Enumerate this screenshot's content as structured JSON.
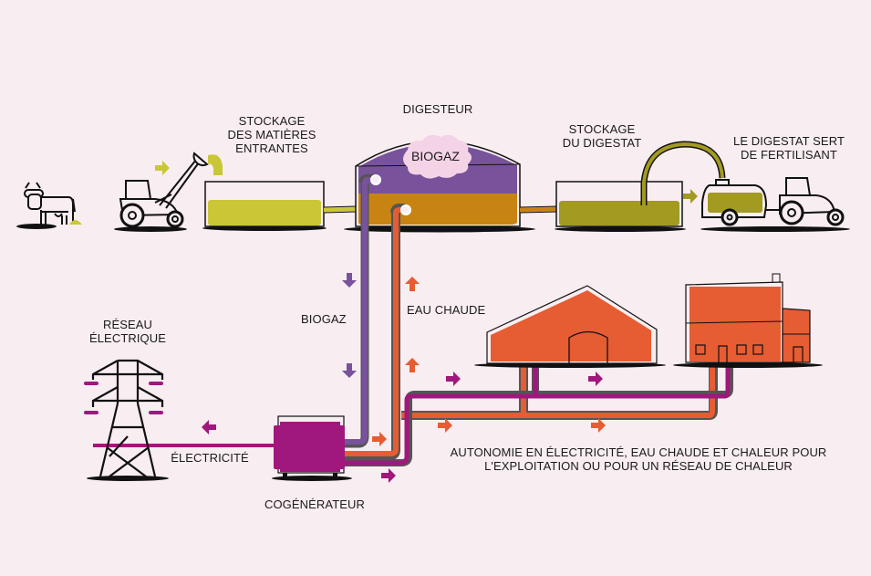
{
  "diagram": {
    "title": "Méthanisation agricole",
    "colors": {
      "background": "#f8edf1",
      "input_matter": "#c9c735",
      "digestate": "#a39a22",
      "biogas": "#78539b",
      "digester_liquid": "#c88413",
      "hot_water": "#e65c33",
      "electricity": "#a0177d",
      "buildings": "#e65c33",
      "cloud": "#f5d3e7",
      "ink": "#111111"
    },
    "labels": {
      "stockage_entrantes": [
        "STOCKAGE",
        "DES MATIÈRES",
        "ENTRANTES"
      ],
      "digesteur": "DIGESTEUR",
      "biogaz_cloud": "BIOGAZ",
      "stockage_digestat": [
        "STOCKAGE",
        "DU DIGESTAT"
      ],
      "fertilisant": [
        "LE DIGESTAT SERT",
        "DE FERTILISANT"
      ],
      "biogaz_pipe": "BIOGAZ",
      "eau_chaude": "EAU CHAUDE",
      "reseau_electrique": [
        "RÉSEAU",
        "ÉLECTRIQUE"
      ],
      "electricite": "ÉLECTRICITÉ",
      "cogenerateur": "COGÉNÉRATEUR",
      "autonomie": [
        "AUTONOMIE EN ÉLECTRICITÉ, EAU CHAUDE ET CHALEUR POUR",
        "L'EXPLOITATION OU POUR UN RÉSEAU DE CHALEUR"
      ]
    },
    "icons": [
      "cow-icon",
      "tractor-loader-icon",
      "input-storage-tank",
      "digester-dome",
      "digestate-tank",
      "slurry-tanker-tractor-icon",
      "power-pylon-icon",
      "cogenerator-icon",
      "barn-icon",
      "farmhouse-icon"
    ]
  }
}
